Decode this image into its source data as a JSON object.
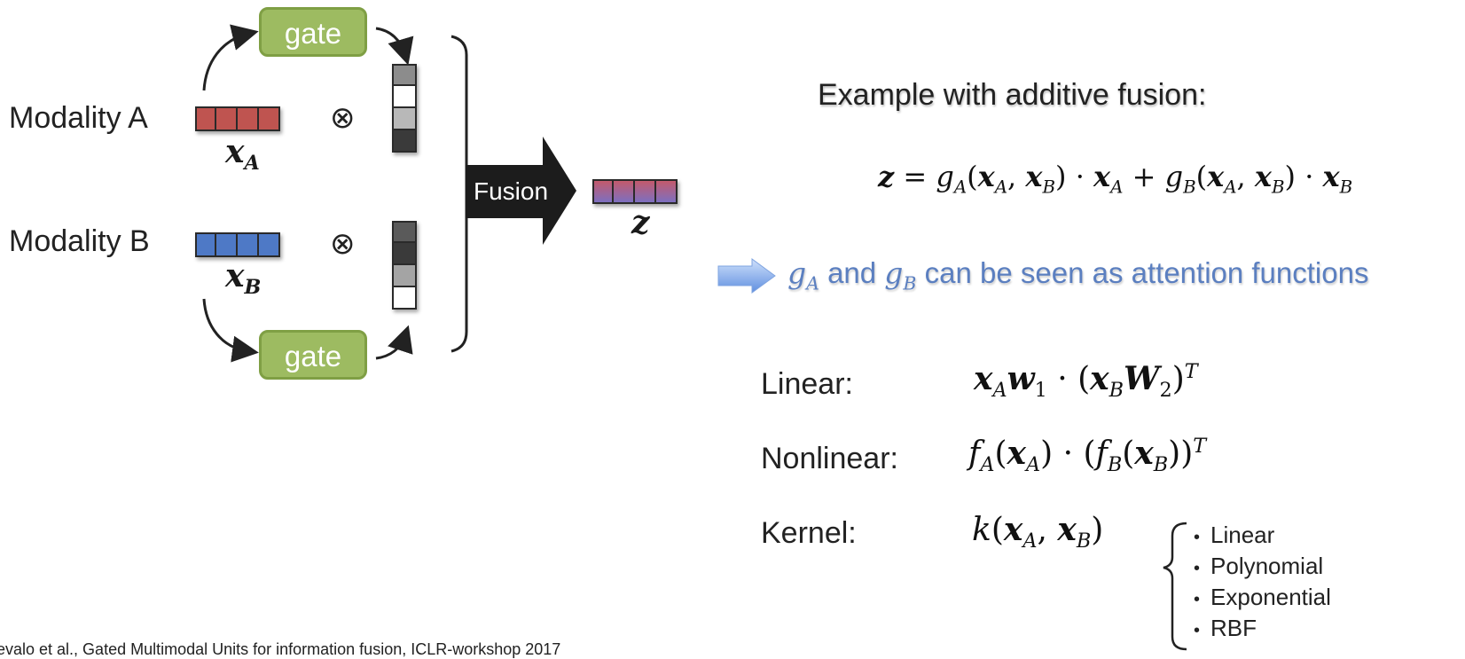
{
  "diagram": {
    "modality_a_label": "Modality A",
    "modality_b_label": "Modality B",
    "gate_label": "gate",
    "otimes_symbol": "⊗",
    "fusion_label": "Fusion",
    "gate_a_cells": [
      "#8c8c8c",
      "#ffffff",
      "#b8b8b8",
      "#3a3a3a"
    ],
    "gate_b_cells": [
      "#5a5a5a",
      "#3a3a3a",
      "#a4a4a4",
      "#ffffff"
    ],
    "colors": {
      "modality_a": "#bf5450",
      "modality_b": "#4e79c6",
      "gate": "#9dbb61"
    }
  },
  "right": {
    "example_title": "Example with additive fusion:",
    "attention_text_1": "and",
    "attention_text_2": "can be seen as attention functions",
    "attention_color": "#5b7fc0",
    "rows": [
      {
        "label": "Linear:"
      },
      {
        "label": "Nonlinear:"
      },
      {
        "label": "Kernel:"
      }
    ],
    "kernel_options": [
      "Linear",
      "Polynomial",
      "Exponential",
      "RBF"
    ]
  },
  "citation": "evalo et al., Gated Multimodal Units for information fusion, ICLR-workshop 2017"
}
